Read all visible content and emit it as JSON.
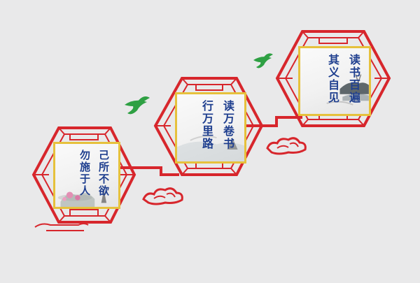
{
  "colors": {
    "background": "#e9e9ea",
    "lattice_red": "#d7262c",
    "frame_gold": "#e6c13c",
    "text_blue": "#1f3f8f",
    "bird_green": "#2ea043",
    "cloud_red": "#d7262c"
  },
  "panels": [
    {
      "name": "panel-left",
      "lines": [
        "己所不欲",
        "勿施于人"
      ]
    },
    {
      "name": "panel-middle",
      "lines": [
        "读万卷书",
        "行万里路"
      ]
    },
    {
      "name": "panel-right",
      "lines": [
        "读书百遍",
        "其义自见"
      ]
    }
  ],
  "decorations": {
    "birds": [
      "bird-icon",
      "bird-icon"
    ],
    "clouds": [
      "auspicious-cloud-icon",
      "auspicious-cloud-icon"
    ]
  }
}
